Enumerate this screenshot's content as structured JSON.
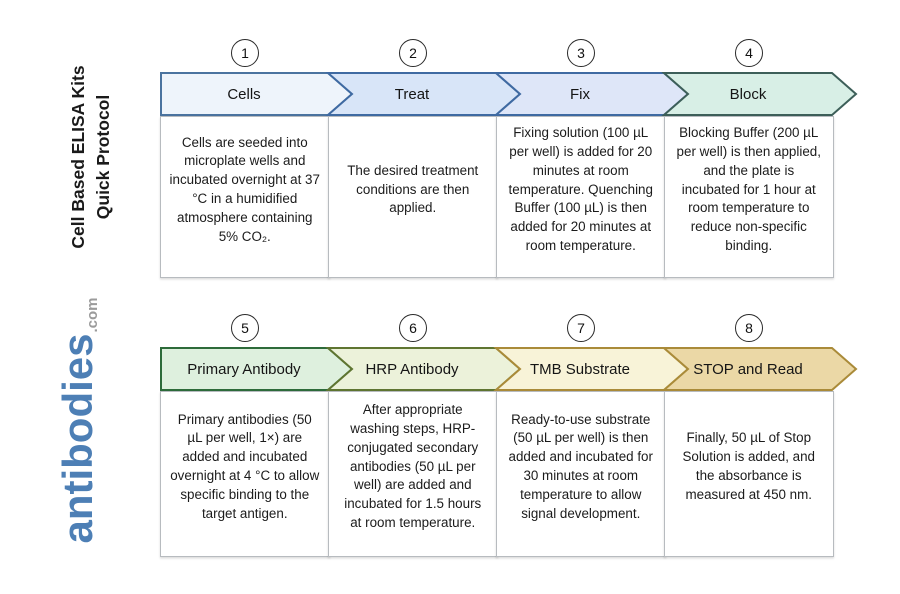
{
  "branding": {
    "title_line1": "Cell Based ELISA Kits",
    "title_line2": "Quick Protocol",
    "logo_name": "antibodies",
    "logo_tld": ".com",
    "logo_color": "#4d7fb5",
    "logo_tld_color": "#9b9b9b"
  },
  "steps": [
    {
      "number": "1",
      "label": "Cells",
      "description": "Cells are seeded into microplate wells and incubated overnight at 37 °C in a humidified atmosphere containing 5% CO₂.",
      "fill": "#eef4fb",
      "stroke": "#4a739f"
    },
    {
      "number": "2",
      "label": "Treat",
      "description": "The desired treatment conditions are then applied.",
      "fill": "#d8e5f8",
      "stroke": "#3f6aa2"
    },
    {
      "number": "3",
      "label": "Fix",
      "description": "Fixing solution (100 µL per well) is added for 20 minutes at room temperature. Quenching Buffer (100 µL) is then added for 20 minutes at room temperature.",
      "fill": "#dee6f8",
      "stroke": "#3f6aa2"
    },
    {
      "number": "4",
      "label": "Block",
      "description": "Blocking Buffer (200 µL per well) is then applied, and the plate is incubated for 1 hour at room temperature to reduce non-specific binding.",
      "fill": "#d8efe6",
      "stroke": "#3d5f59"
    },
    {
      "number": "5",
      "label": "Primary Antibody",
      "description": "Primary antibodies (50 µL per well, 1×) are added and incubated overnight at 4 °C to allow specific binding to the target antigen.",
      "fill": "#def0de",
      "stroke": "#2d6b3a"
    },
    {
      "number": "6",
      "label": "HRP Antibody",
      "description": "After appropriate washing steps, HRP-conjugated secondary antibodies (50 µL per well) are added and incubated for 1.5 hours at room temperature.",
      "fill": "#ecf2da",
      "stroke": "#5f7531"
    },
    {
      "number": "7",
      "label": "TMB Substrate",
      "description": "Ready-to-use substrate (50 µL per well) is then added and incubated for 30 minutes at room temperature to allow signal development.",
      "fill": "#f8f3d8",
      "stroke": "#aa8b39"
    },
    {
      "number": "8",
      "label": "STOP and Read",
      "description": "Finally, 50 µL of Stop Solution is added, and the absorbance is measured at 450 nm.",
      "fill": "#ebd8a6",
      "stroke": "#aa8b39"
    }
  ]
}
